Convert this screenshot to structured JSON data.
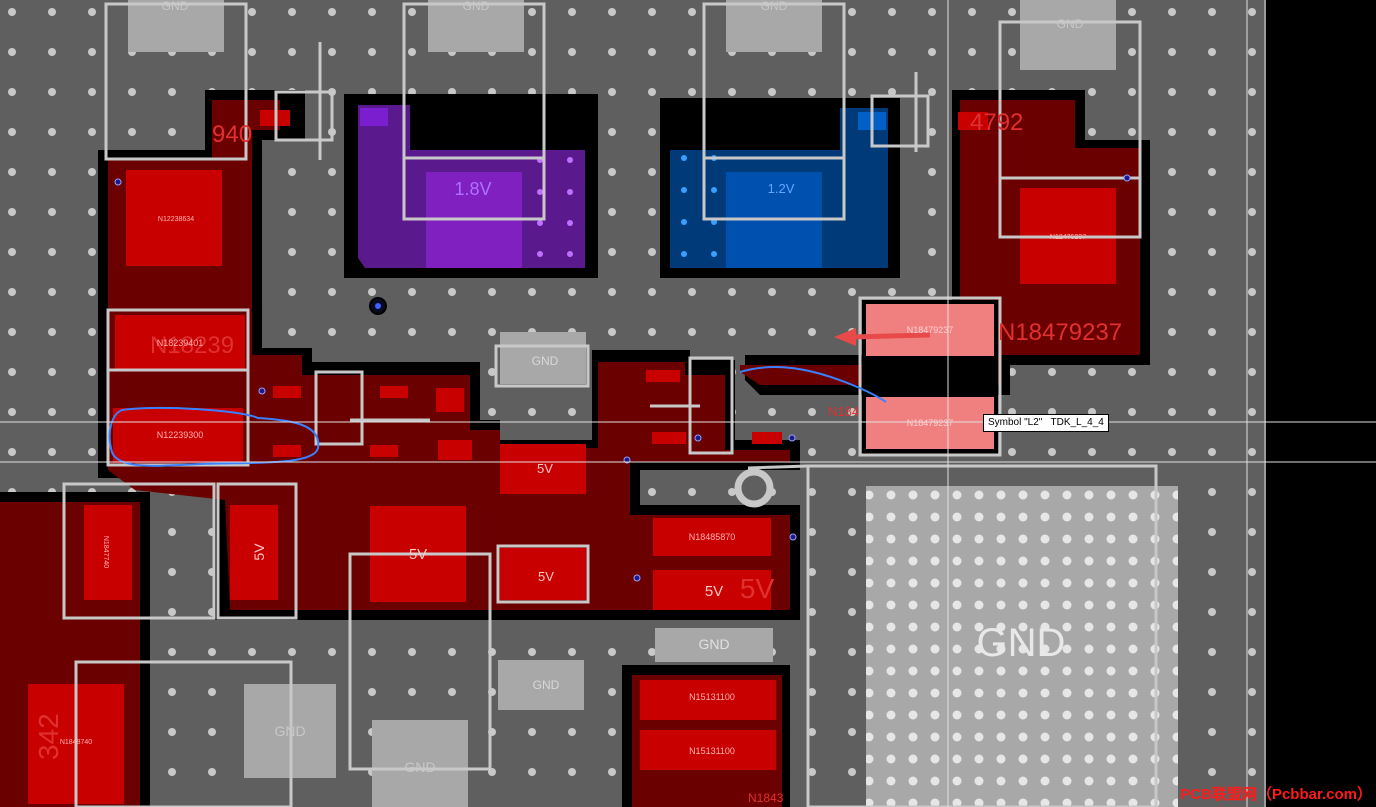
{
  "tooltip": {
    "text": "Symbol \"L2\"   TDK_L_4_4"
  },
  "watermark": "PCB联盟网（Pcbbar.com）",
  "labels": {
    "gnd": "GND",
    "v18": "1.8V",
    "v12": "1.2V",
    "v5": "5V",
    "ref_940": "940",
    "ref_4792": "4792",
    "ref_2239": "N18239",
    "ref_18479237": "N18479237",
    "ref_1848": "N184",
    "ref_342": "342",
    "ref_1843": "N1843",
    "pad_2238634": "N12238634",
    "pad_2476237": "N12476237",
    "pad_18239401": "N18239401",
    "pad_2239300": "N12239300",
    "pad_18479237": "N18479237",
    "pad_184792": "N18479237",
    "pad_184858": "N18485870",
    "pad_5131100a": "N15131100",
    "pad_5131100b": "N15131100",
    "pad_18487": "N1848740",
    "pad_18477": "N1847740"
  },
  "colors": {
    "background": "#5f5f5f",
    "copper": "#6a0000",
    "pad": "#c80000",
    "net_1v8": "#5a1a8e",
    "net_1v2": "#003a78",
    "selected": "#f08080",
    "outline": "#c8c8c8"
  }
}
